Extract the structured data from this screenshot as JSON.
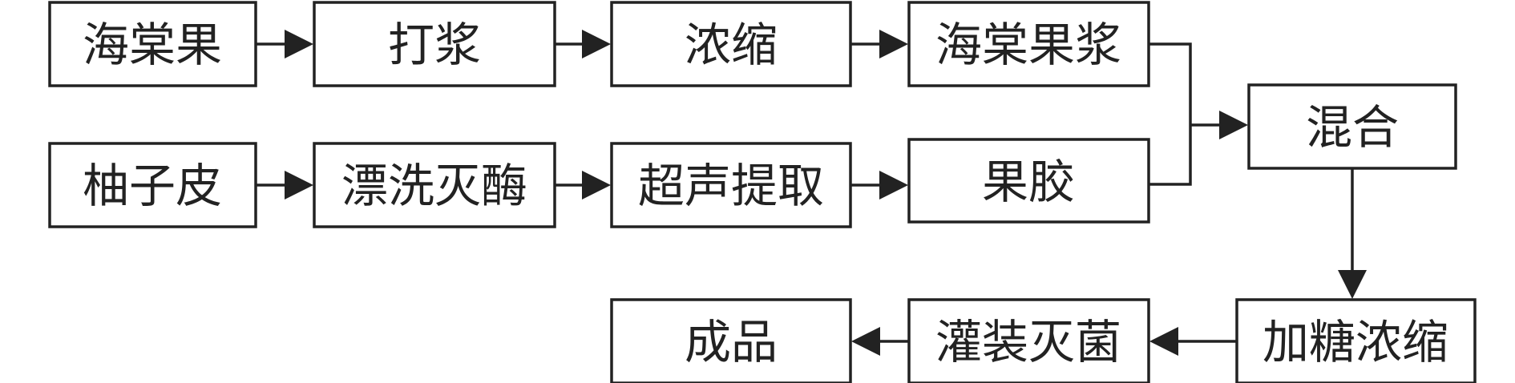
{
  "diagram": {
    "nodes": {
      "haitang_fruit": "海棠果",
      "beating": "打浆",
      "concentrate_1": "浓缩",
      "haitang_pulp": "海棠果浆",
      "pomelo_peel": "柚子皮",
      "rinse_inactivate": "漂洗灭酶",
      "ultrasonic_extract": "超声提取",
      "pectin": "果胶",
      "mixing": "混合",
      "sugar_concentrate": "加糖浓缩",
      "filling_sterilize": "灌装灭菌",
      "finished_product": "成品"
    }
  }
}
